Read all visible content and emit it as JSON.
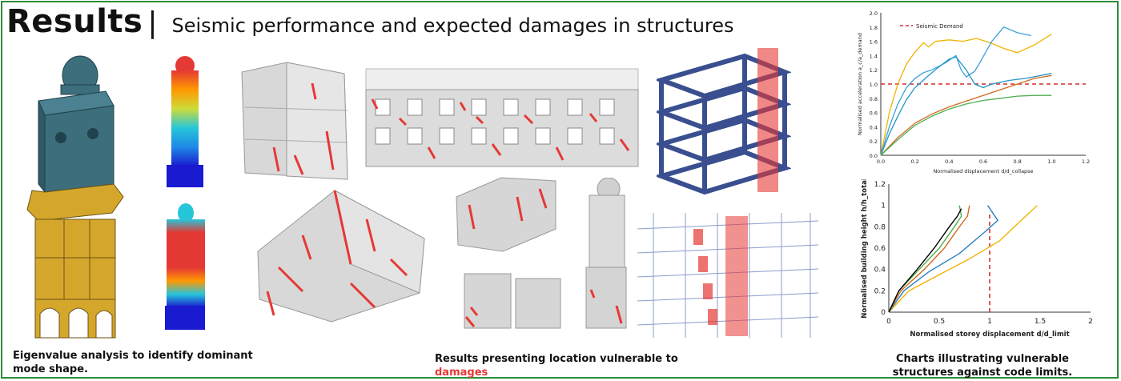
{
  "header": {
    "title": "Results",
    "separator": "|",
    "subtitle": "Seismic performance and expected damages in structures"
  },
  "captions": {
    "eigen": "Eigenvalue analysis to identify dominant mode shape.",
    "damage_prefix": "Results presenting location vulnerable to ",
    "damage_highlight": "damages",
    "charts": "Charts illustrating vulnerable structures against code limits."
  },
  "colors": {
    "frame": "#2e8b3a",
    "damage_red": "#e53935",
    "tower_blue": "#3d6e7c",
    "tower_gold": "#d4a72c",
    "frame_navy": "#3a4f8f"
  },
  "chart_data": [
    {
      "type": "line",
      "title": "",
      "xlabel": "Normalised displacement d/d_collapse",
      "ylabel": "Normalised acceleration a_c/a_demand",
      "xlim": [
        0,
        1.2
      ],
      "ylim": [
        0,
        2.0
      ],
      "xticks": [
        "0.0",
        "0.2",
        "0.4",
        "0.6",
        "0.8",
        "1.0",
        "1.2"
      ],
      "yticks": [
        "0.0",
        "0.2",
        "0.4",
        "0.6",
        "0.8",
        "1.0",
        "1.2",
        "1.4",
        "1.6",
        "1.8",
        "2.0"
      ],
      "legend": {
        "position": "top-left",
        "entries": [
          "Seismic Demand"
        ]
      },
      "reference_line": {
        "name": "Seismic Demand",
        "y": 1.0,
        "color": "#d32f2f",
        "style": "dashed"
      },
      "series": [
        {
          "color": "#f0b400",
          "x": [
            0,
            0.05,
            0.1,
            0.15,
            0.2,
            0.25,
            0.28,
            0.32,
            0.4,
            0.48,
            0.56,
            0.64,
            0.72,
            0.8,
            0.9,
            1.0
          ],
          "y": [
            0,
            0.6,
            1.0,
            1.28,
            1.45,
            1.58,
            1.52,
            1.6,
            1.62,
            1.6,
            1.64,
            1.58,
            1.5,
            1.44,
            1.55,
            1.7
          ]
        },
        {
          "color": "#3aa0d8",
          "x": [
            0,
            0.05,
            0.1,
            0.15,
            0.2,
            0.25,
            0.3,
            0.38,
            0.44,
            0.47,
            0.5,
            0.55,
            0.58,
            0.65,
            0.72,
            0.8,
            0.88
          ],
          "y": [
            0,
            0.4,
            0.72,
            0.95,
            1.08,
            1.16,
            1.2,
            1.3,
            1.4,
            1.2,
            1.1,
            1.18,
            1.3,
            1.6,
            1.8,
            1.72,
            1.68
          ]
        },
        {
          "color": "#2196c4",
          "x": [
            0,
            0.05,
            0.1,
            0.15,
            0.2,
            0.27,
            0.33,
            0.4,
            0.44,
            0.5,
            0.55,
            0.6,
            0.65,
            0.75,
            0.85,
            1.0
          ],
          "y": [
            0,
            0.3,
            0.55,
            0.78,
            0.95,
            1.1,
            1.22,
            1.35,
            1.38,
            1.2,
            1.0,
            0.95,
            1.0,
            1.05,
            1.08,
            1.15
          ]
        },
        {
          "color": "#d2691e",
          "x": [
            0,
            0.1,
            0.2,
            0.3,
            0.4,
            0.5,
            0.6,
            0.7,
            0.8,
            0.9,
            1.0
          ],
          "y": [
            0,
            0.25,
            0.45,
            0.58,
            0.68,
            0.76,
            0.84,
            0.92,
            1.0,
            1.08,
            1.12
          ]
        },
        {
          "color": "#4caf50",
          "x": [
            0,
            0.1,
            0.2,
            0.3,
            0.4,
            0.5,
            0.6,
            0.7,
            0.8,
            0.9,
            1.0
          ],
          "y": [
            0,
            0.22,
            0.42,
            0.55,
            0.65,
            0.72,
            0.77,
            0.8,
            0.83,
            0.84,
            0.84
          ]
        }
      ]
    },
    {
      "type": "line",
      "title": "",
      "xlabel": "Normalised storey displacement d/d_limit",
      "ylabel": "Normalised building height h/h_total",
      "xlim": [
        0,
        2
      ],
      "ylim": [
        0,
        1.2
      ],
      "xticks": [
        "0",
        "0.5",
        "1",
        "1.5",
        "2"
      ],
      "yticks": [
        "0",
        "0.2",
        "0.4",
        "0.6",
        "0.8",
        "1",
        "1.2"
      ],
      "reference_line": {
        "x": 1.0,
        "color": "#d32f2f",
        "style": "dashed"
      },
      "series": [
        {
          "color": "#f0b400",
          "x": [
            0,
            0.2,
            0.5,
            0.8,
            1.1,
            1.3,
            1.47
          ],
          "y": [
            0,
            0.2,
            0.35,
            0.5,
            0.67,
            0.85,
            1.0
          ]
        },
        {
          "color": "#2a7fc1",
          "x": [
            0,
            0.15,
            0.4,
            0.7,
            0.95,
            1.08,
            0.98
          ],
          "y": [
            0,
            0.2,
            0.38,
            0.55,
            0.75,
            0.86,
            1.0
          ]
        },
        {
          "color": "#d2691e",
          "x": [
            0,
            0.12,
            0.35,
            0.55,
            0.7,
            0.78,
            0.8
          ],
          "y": [
            0,
            0.2,
            0.4,
            0.6,
            0.8,
            0.9,
            1.0
          ]
        },
        {
          "color": "#4caf50",
          "x": [
            0,
            0.1,
            0.3,
            0.5,
            0.65,
            0.72,
            0.7
          ],
          "y": [
            0,
            0.2,
            0.4,
            0.6,
            0.8,
            0.9,
            1.0
          ]
        },
        {
          "color": "#000000",
          "x": [
            0,
            0.1,
            0.28,
            0.45,
            0.6,
            0.68,
            0.72
          ],
          "y": [
            0,
            0.2,
            0.4,
            0.6,
            0.8,
            0.9,
            0.97
          ]
        }
      ]
    }
  ]
}
